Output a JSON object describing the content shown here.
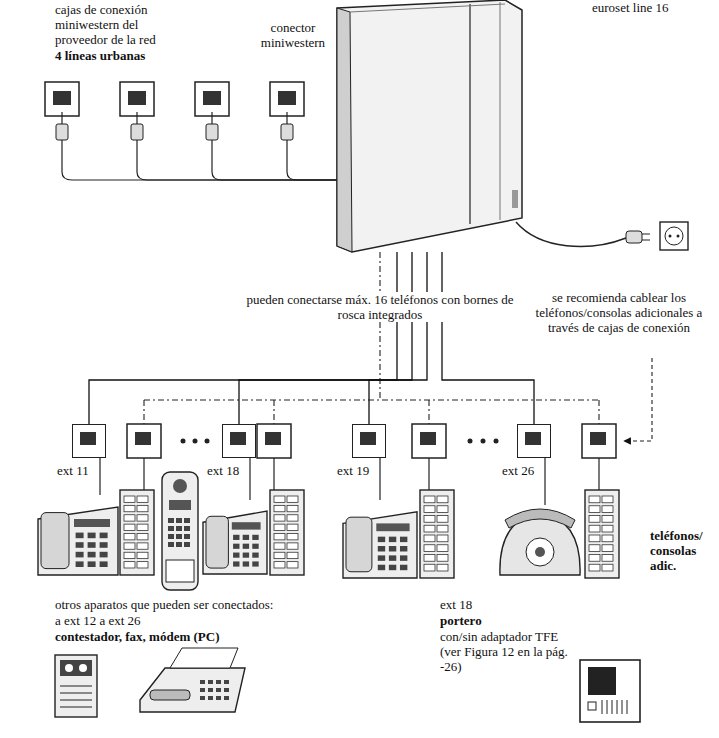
{
  "diagram": {
    "nodes": [
      {
        "text": [
          "euroset line 16"
        ]
      },
      {
        "text": [
          "ext 11"
        ]
      },
      {
        "text": [
          "ext 18"
        ]
      },
      {
        "text": [
          "ext 19"
        ]
      },
      {
        "text": [
          "ext 26"
        ]
      }
    ],
    "edges": [
      {
        "from": 0,
        "to": 1,
        "arrow": "none"
      },
      {
        "from": 0,
        "to": 2,
        "arrow": "none"
      },
      {
        "from": 0,
        "to": 3,
        "arrow": "none"
      },
      {
        "from": 0,
        "to": 4,
        "arrow": "none"
      }
    ],
    "labels": [
      "cajas de conexión miniwestern del proveedor de la red",
      "4 líneas urbanas",
      "conector miniwestern",
      "pueden conectarse máx. 16 teléfonos con bornes de rosca integrados",
      "se recomienda cablear los teléfonos/consolas adicionales a través de cajas de conexión",
      "teléfonos/ consolas adic.",
      "otros aparatos que pueden ser conectados:",
      "a ext 12 a ext 26",
      "contestador, fax, módem (PC)",
      "ext 18",
      "portero",
      "con/sin adaptador TFE (ver Figura 12 en la pág. -26)"
    ]
  }
}
